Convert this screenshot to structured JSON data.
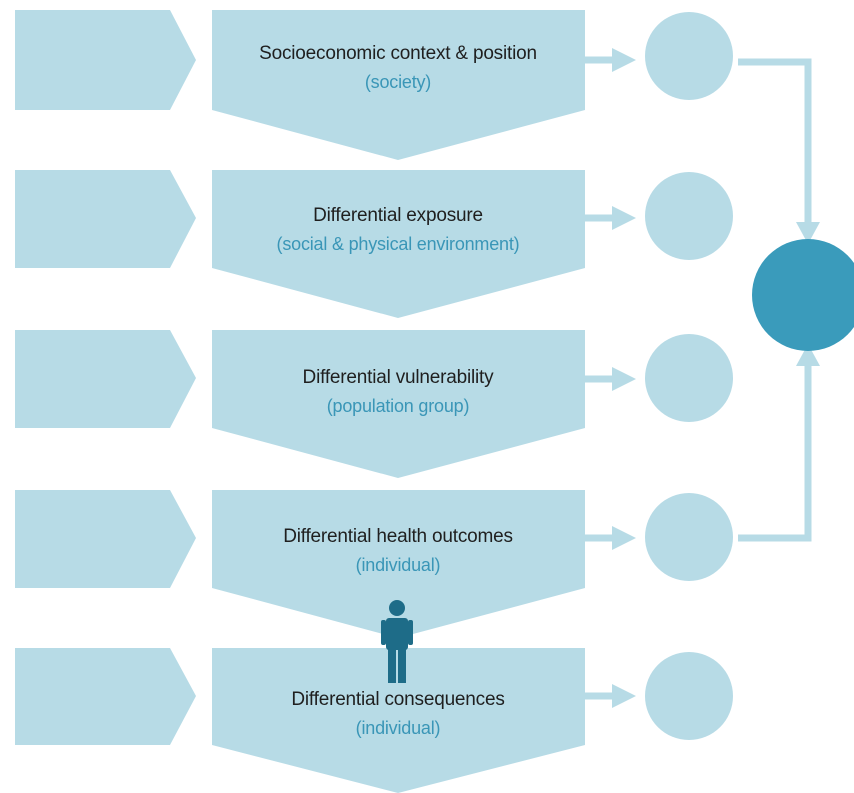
{
  "levels": [
    {
      "title": "Socioeconomic context & position",
      "subtitle": "(society)"
    },
    {
      "title": "Differential exposure",
      "subtitle": "(social & physical environment)"
    },
    {
      "title": "Differential vulnerability",
      "subtitle": "(population group)"
    },
    {
      "title": "Differential health outcomes",
      "subtitle": "(individual)"
    },
    {
      "title": "Differential consequences",
      "subtitle": "(individual)"
    }
  ],
  "colors": {
    "shape_fill": "#b7dbe6",
    "arrow": "#b7dbe6",
    "central_circle": "#3a9bbb",
    "person_icon": "#1e6c88",
    "title_text": "#1f1f1f",
    "subtitle_text": "#3a96b7"
  },
  "icons": {
    "person": "person-icon"
  }
}
